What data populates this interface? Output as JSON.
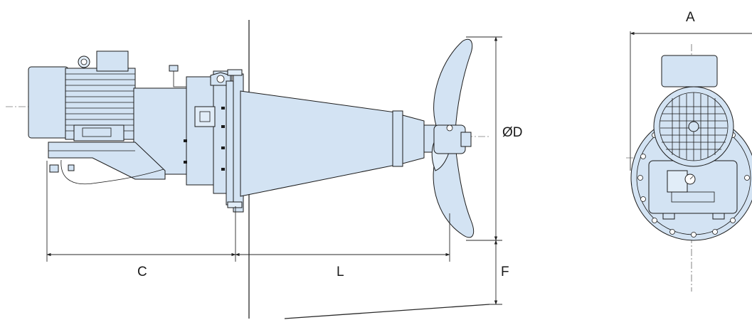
{
  "dimension_labels": {
    "A": "A",
    "OD": "ØD",
    "C": "C",
    "L": "L",
    "F": "F"
  },
  "colors": {
    "body_fill": "#d3e3f3",
    "body_fill_light": "#e1edf8",
    "outline": "#1b1b1b",
    "background": "#ffffff"
  }
}
